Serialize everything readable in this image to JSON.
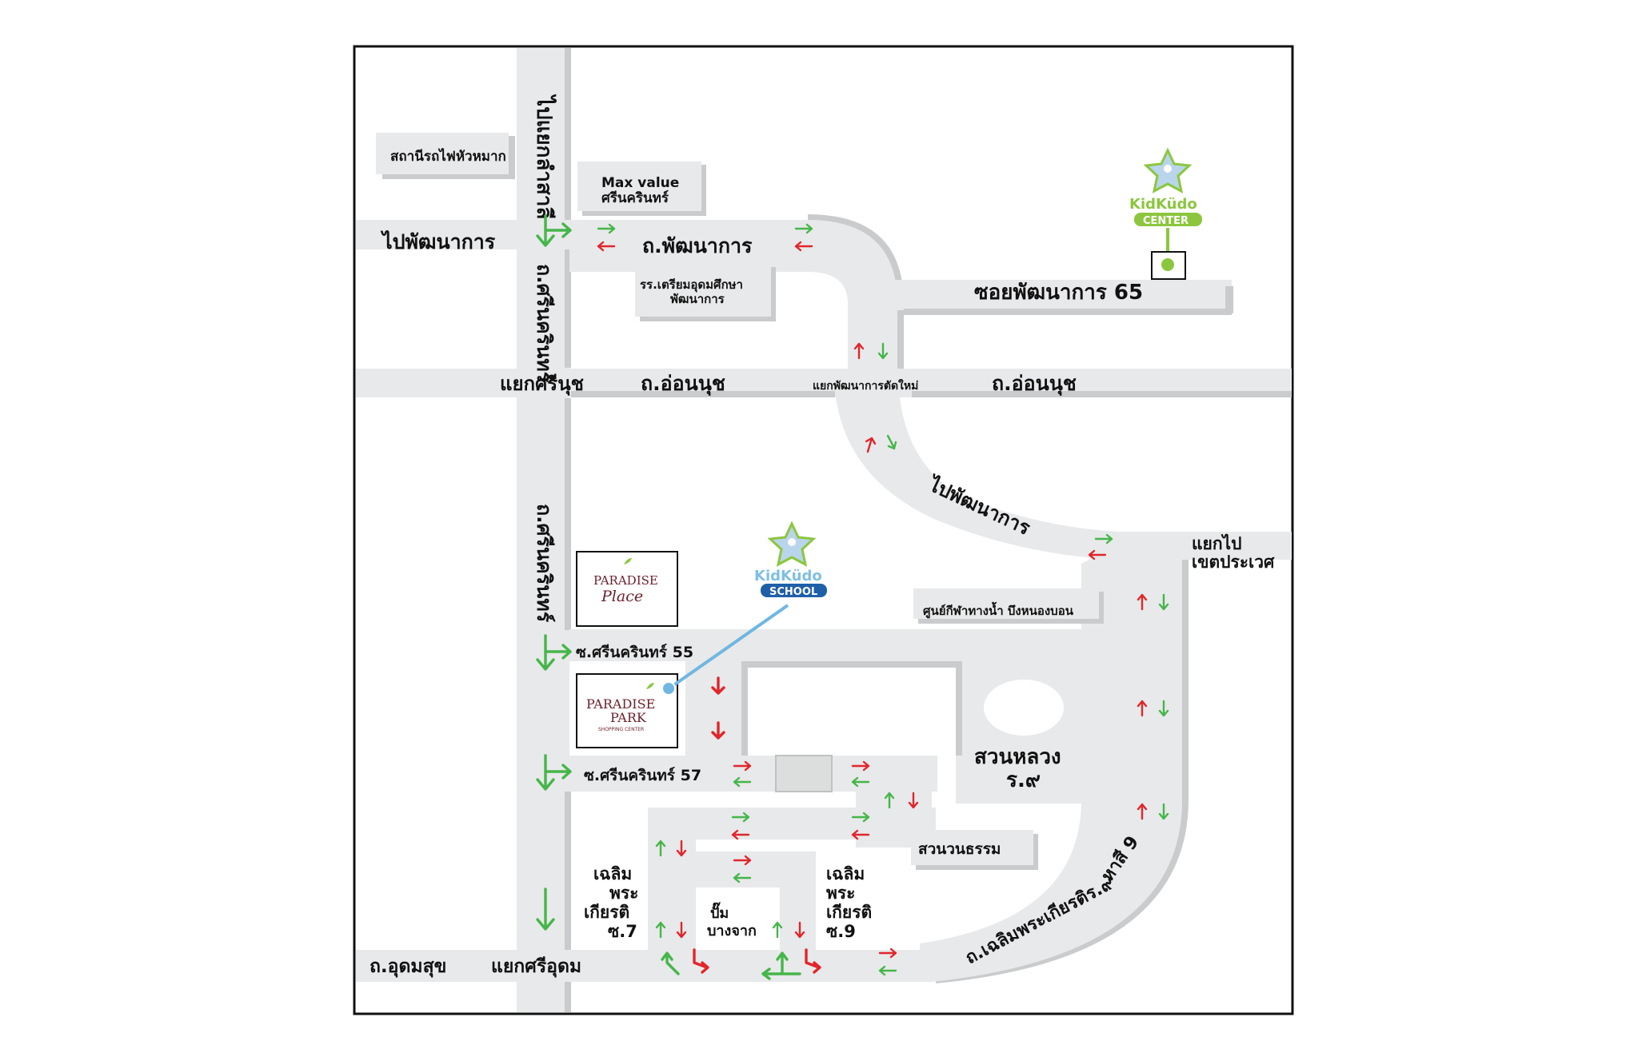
{
  "map": {
    "labels": {
      "to_lat_krabang": "ไปแยกลำสาลี",
      "hua_mak_station": "สถานีรถไฟหัวหมาก",
      "max_value_line1": "Max value",
      "max_value_line2": "ศรีนครินทร์",
      "to_phatthanakan_left": "ไปพัฒนาการ",
      "phatthanakan_road": "ถ.พัฒนาการ",
      "srinakarin_road_upper": "ถ.ศรีนครินทร์",
      "school_prep_line1": "รร.เตรียมอุดมศึกษา",
      "school_prep_line2": "พัฒนาการ",
      "soi_phatthanakan_65": "ซอยพัฒนาการ 65",
      "srinut_junction": "แยกศรีนุช",
      "on_nut_road_left": "ถ.อ่อนนุช",
      "phatthanakan_new_junction": "แยกพัฒนาการตัดใหม่",
      "on_nut_road_right": "ถ.อ่อนนุช",
      "to_phatthanakan_diag": "ไปพัฒนาการ",
      "to_prawet_line1": "แยกไป",
      "to_prawet_line2": "เขตประเวศ",
      "srinakarin_road_lower": "ถ.ศรีนครินทร์",
      "nong_bon_center": "ศูนย์กีฬาทางน้ำ บึงหนองบอน",
      "soi_srinakarin_55": "ซ.ศรีนครินทร์ 55",
      "soi_srinakarin_57": "ซ.ศรีนครินทร์ 57",
      "suan_luang_line1": "สวนหลวง",
      "suan_luang_line2": "ร.๙",
      "suan_wana_tham": "สวนวนธรรม",
      "chaloem_7": [
        "เฉลิม",
        "พระ",
        "เกียรติ",
        "ซ.7"
      ],
      "chaloem_9": [
        "เฉลิม",
        "พระ",
        "เกียรติ",
        "ซ.9"
      ],
      "pump_bangchak_line1": "ปั๊ม",
      "pump_bangchak_line2": "บางจาก",
      "chaloem_r9_road": "ถ.เฉลิมพระเกียรติร.๙",
      "chaloem_r9_road_tail": "หาสี 9",
      "udom_suk_road": "ถ.อุดมสุข",
      "sri_udom_junction": "แยกศรีอุดม"
    },
    "logos": {
      "center": {
        "brand": "KidKüdo",
        "tag": "CENTER",
        "tag_color": "#8cc63f"
      },
      "school": {
        "brand": "KidKüdo",
        "tag": "SCHOOL",
        "tag_color": "#1f5fa8"
      },
      "paradise_place": {
        "line1": "PARADISE",
        "line2": "Place"
      },
      "paradise_park": {
        "line1": "PARADISE",
        "line2": "PARK",
        "line3": "SHOPPING CENTER"
      }
    },
    "colors": {
      "road": "#e8e9ea",
      "road_shadow": "#c9cbcc",
      "arrow_green": "#45b649",
      "arrow_red": "#e0262b",
      "school_pin": "#6fb7e0",
      "center_pin": "#8cc63f",
      "brand_maroon": "#6b1f2a"
    }
  }
}
